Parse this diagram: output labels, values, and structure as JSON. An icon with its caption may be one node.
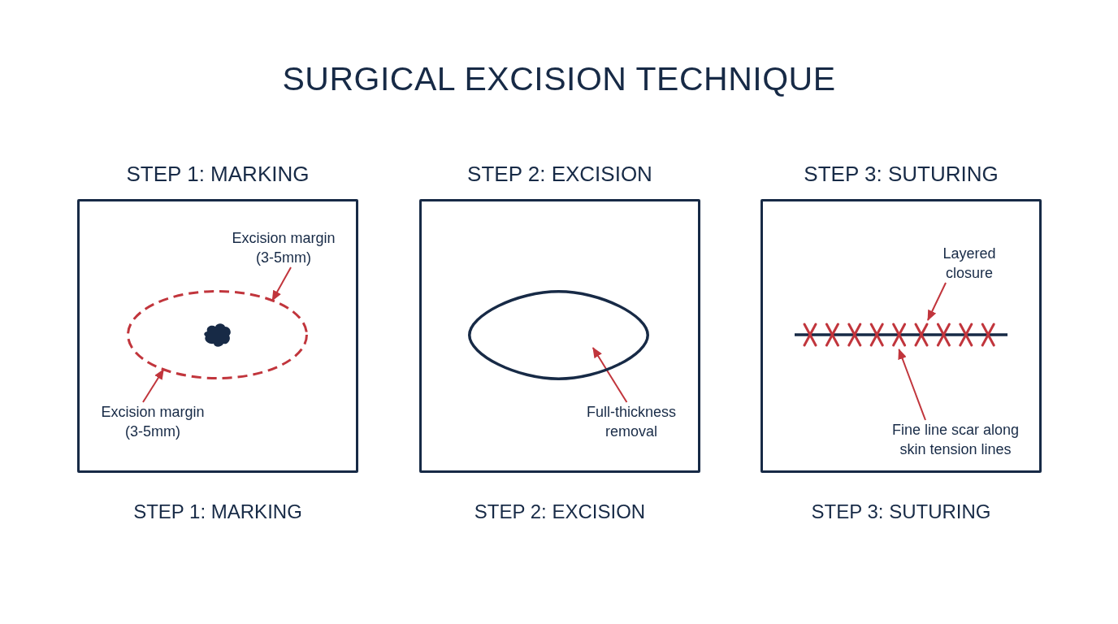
{
  "diagram": {
    "title": "SURGICAL EXCISION TECHNIQUE",
    "nodes": [
      {
        "text": [
          "STEP 1: MARKING"
        ],
        "beside": [
          "STEP 1: MARKING"
        ]
      },
      {
        "text": [
          "Excision margin (3-5mm)"
        ],
        "in": 0
      },
      {
        "text": [],
        "shape": "ellipse",
        "in": 0
      },
      {
        "text": [
          "Excision margin (3-5mm)"
        ],
        "in": 0
      },
      {
        "text": [
          "STEP 2: EXCISION"
        ],
        "beside": [
          "STEP 2: EXCISION"
        ]
      },
      {
        "text": [],
        "shape": "ellipse",
        "in": 4
      },
      {
        "text": [
          "Full-thickness removal"
        ],
        "in": 4
      },
      {
        "text": [
          "STEP 3: SUTURING"
        ],
        "beside": [
          "STEP 3: SUTURING"
        ]
      },
      {
        "text": [
          "Layered closure"
        ],
        "in": 7
      },
      {
        "text": [],
        "shape": "line",
        "in": 7
      },
      {
        "text": [
          "Fine line scar along skin tension lines"
        ],
        "in": 7
      }
    ],
    "edges": [
      {
        "from": 1,
        "to": 2,
        "arrow": "to"
      },
      {
        "from": 3,
        "to": 2,
        "arrow": "to"
      },
      {
        "from": 6,
        "to": 5,
        "arrow": "to"
      },
      {
        "from": 8,
        "to": 9,
        "arrow": "to"
      },
      {
        "from": 10,
        "to": 9,
        "arrow": "to"
      }
    ]
  }
}
